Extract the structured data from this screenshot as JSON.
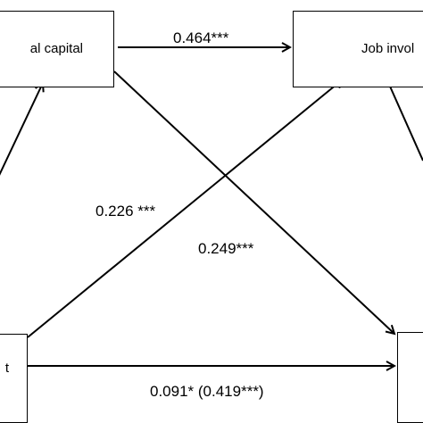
{
  "nodes": {
    "top_left": {
      "label": "al capital"
    },
    "top_right": {
      "label": "Job invol"
    },
    "bottom_left": {
      "label": "t"
    },
    "bottom_right": {
      "label": ""
    }
  },
  "paths": {
    "top": {
      "coefficient": "0.464***"
    },
    "cross_bottomleft_to_topright": {
      "coefficient": "0.226 ***"
    },
    "cross_topleft_to_bottomright": {
      "coefficient": "0.249***"
    },
    "bottom": {
      "coefficient": "0.091* (0.419***)"
    }
  },
  "colors": {
    "line": "#000000",
    "box_border": "#000000",
    "background": "#ffffff",
    "text": "#000000"
  }
}
